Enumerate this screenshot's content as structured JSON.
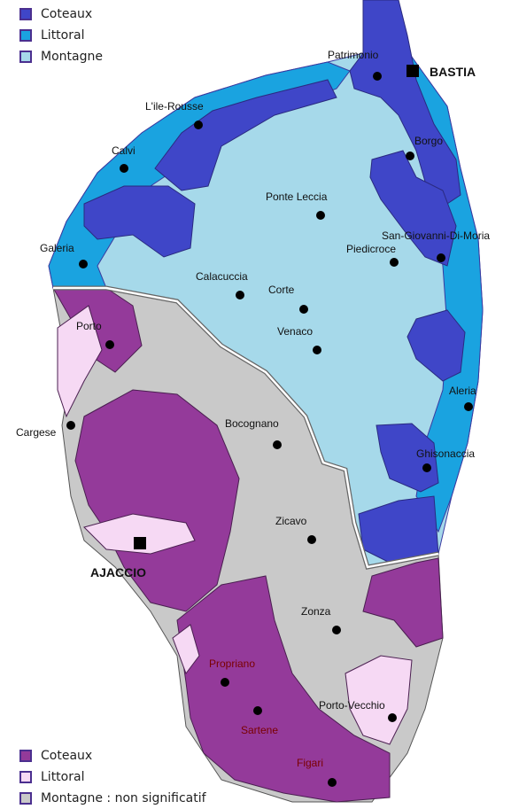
{
  "legend_north": [
    {
      "label": "Coteaux",
      "color": "#3f46c8"
    },
    {
      "label": "Littoral",
      "color": "#1aa3e0"
    },
    {
      "label": "Montagne",
      "color": "#a6d9ea"
    }
  ],
  "legend_south": [
    {
      "label": "Coteaux",
      "color": "#943a9a"
    },
    {
      "label": "Littoral",
      "color": "#f6d9f4"
    },
    {
      "label": "Montagne : non significatif",
      "color": "#c9c9c9"
    }
  ],
  "towns": [
    {
      "name": "Patrimonio",
      "kind": "town"
    },
    {
      "name": "BASTIA",
      "kind": "prefecture"
    },
    {
      "name": "L'ile-Rousse",
      "kind": "town"
    },
    {
      "name": "Borgo",
      "kind": "town"
    },
    {
      "name": "Calvi",
      "kind": "town"
    },
    {
      "name": "Ponte Leccia",
      "kind": "town"
    },
    {
      "name": "San-Giovanni-Di-Moria",
      "kind": "town"
    },
    {
      "name": "Piedicroce",
      "kind": "town"
    },
    {
      "name": "Galeria",
      "kind": "town"
    },
    {
      "name": "Calacuccia",
      "kind": "town"
    },
    {
      "name": "Corte",
      "kind": "town"
    },
    {
      "name": "Porto",
      "kind": "town"
    },
    {
      "name": "Venaco",
      "kind": "town"
    },
    {
      "name": "Aleria",
      "kind": "town"
    },
    {
      "name": "Cargese",
      "kind": "town"
    },
    {
      "name": "Bocognano",
      "kind": "town"
    },
    {
      "name": "Ghisonaccia",
      "kind": "town"
    },
    {
      "name": "Zicavo",
      "kind": "town"
    },
    {
      "name": "AJACCIO",
      "kind": "prefecture"
    },
    {
      "name": "Zonza",
      "kind": "town"
    },
    {
      "name": "Propriano",
      "kind": "town"
    },
    {
      "name": "Porto-Vecchio",
      "kind": "town"
    },
    {
      "name": "Sartene",
      "kind": "town"
    },
    {
      "name": "Figari",
      "kind": "town"
    }
  ]
}
